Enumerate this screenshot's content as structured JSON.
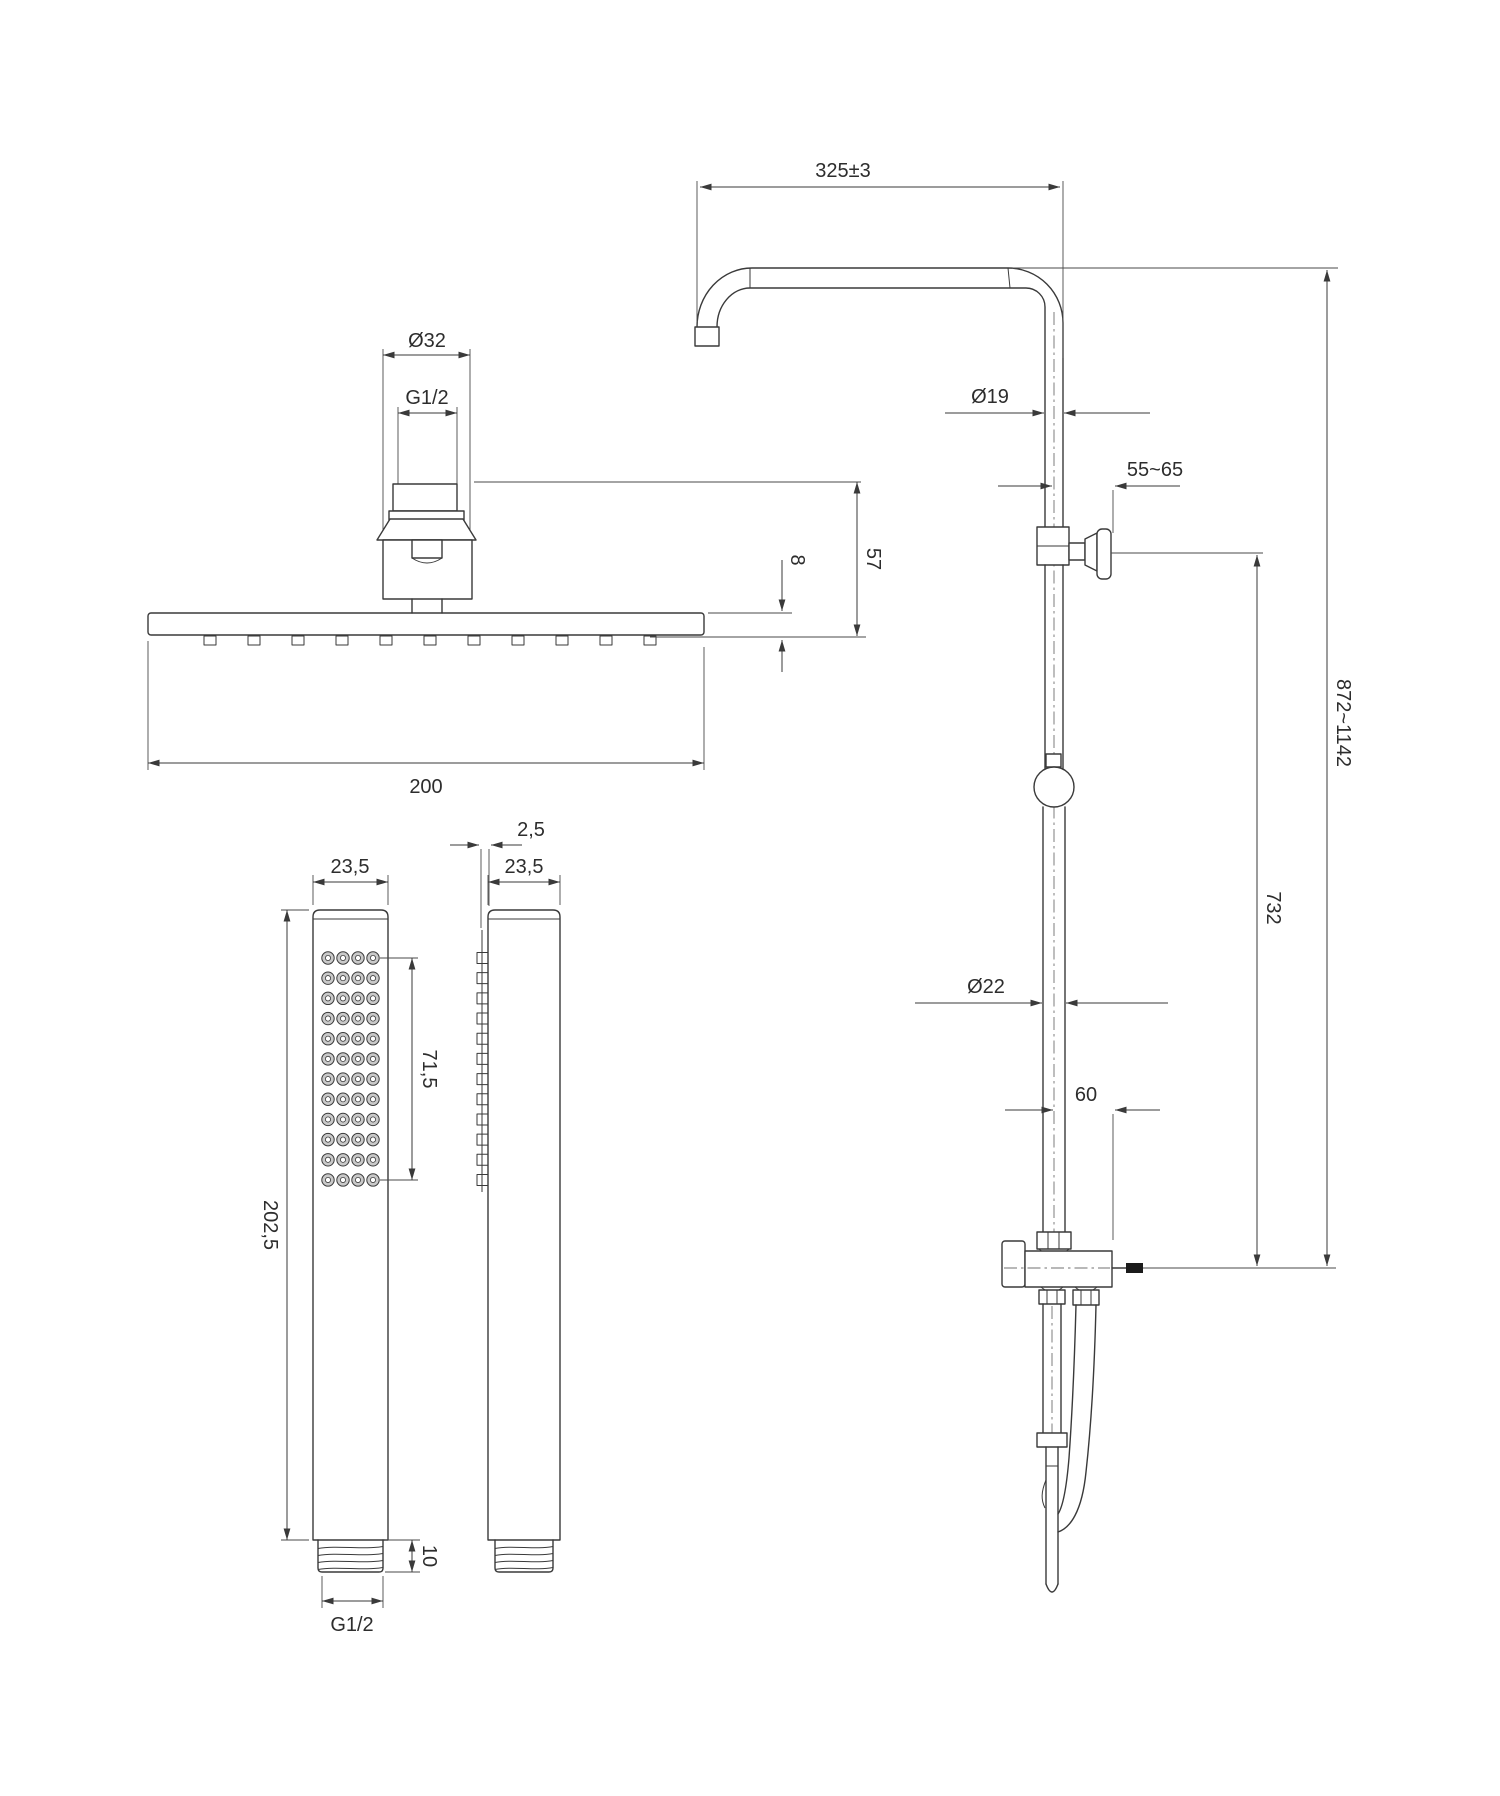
{
  "drawing": {
    "type": "technical-dimension-drawing",
    "subject": "shower-column-set-with-rain-head-and-hand-shower",
    "background_color": "#ffffff",
    "line_color": "#3a3a3a",
    "dims": {
      "arm_length": "325±3",
      "arm_pipe_diameter": "Ø19",
      "wall_distance": "55~65",
      "column_height_range": "872~1142",
      "column_lower_height": "732",
      "riser_diameter": "Ø22",
      "outlet_offset": "60",
      "head_connector_diameter": "Ø32",
      "head_thread": "G1/2",
      "head_drop": "57",
      "head_thickness": "8",
      "head_width": "200",
      "hand_width_front": "23,5",
      "hand_plate_thickness": "2,5",
      "hand_width_side": "23,5",
      "hand_spray_field_length": "71,5",
      "hand_length": "202,5",
      "hand_thread_length": "10",
      "hand_thread": "G1/2"
    }
  }
}
